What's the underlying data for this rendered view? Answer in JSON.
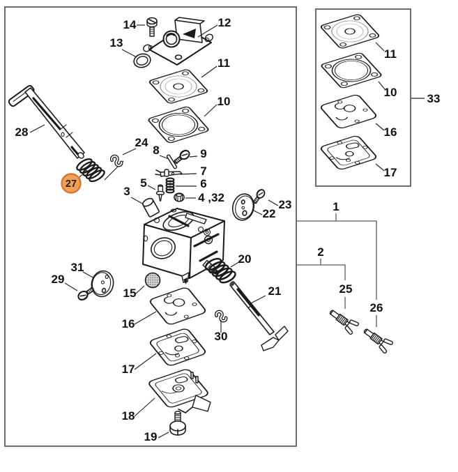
{
  "figure": {
    "type": "exploded-parts-diagram",
    "subject": "carburetor-assembly",
    "highlighted_part": "27",
    "colors": {
      "highlight_fill": "#F0A057",
      "highlight_stroke": "#D4772F",
      "line": "#1a1a1a",
      "box_border": "#4a4a4a",
      "label_text": "#111111"
    }
  },
  "labels": {
    "p1": "1",
    "p2": "2",
    "p3": "3",
    "p4_32": "4 ,32",
    "p5": "5",
    "p6": "6",
    "p7": "7",
    "p8": "8",
    "p9": "9",
    "p10": "10",
    "p11": "11",
    "p12": "12",
    "p13": "13",
    "p14": "14",
    "p15": "15",
    "p16": "16",
    "p17": "17",
    "p18": "18",
    "p19": "19",
    "p20": "20",
    "p21": "21",
    "p22": "22",
    "p23": "23",
    "p24": "24",
    "p25": "25",
    "p26": "26",
    "p27": "27",
    "p28": "28",
    "p29": "29",
    "p30": "30",
    "p31": "31",
    "p33": "33"
  }
}
